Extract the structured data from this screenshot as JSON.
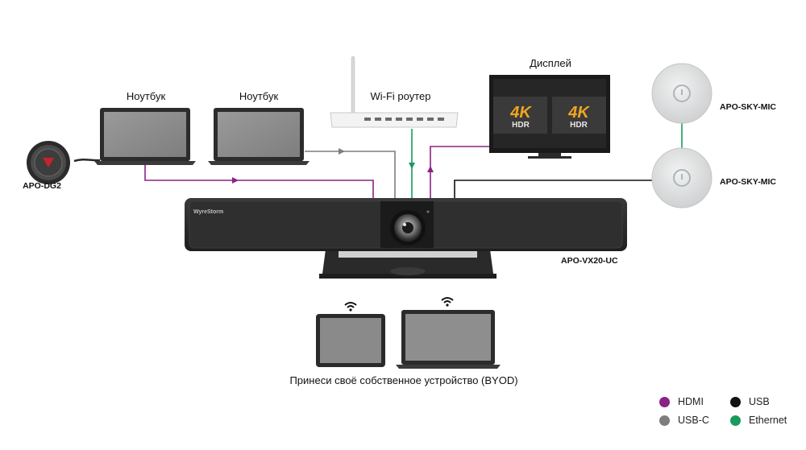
{
  "labels": {
    "laptop1": "Ноутбук",
    "laptop2": "Ноутбук",
    "router": "Wi-Fi роутер",
    "display": "Дисплей",
    "mic1": "APO-SKY-MIC",
    "mic2": "APO-SKY-MIC",
    "dongle": "APO-DG2",
    "bar_model": "APO-VX20-UC",
    "bar_brand": "WyreStorm",
    "byod": "Принеси своё собственное устройство (BYOD)"
  },
  "display_screens": [
    {
      "big": "4K",
      "small": "HDR"
    },
    {
      "big": "4K",
      "small": "HDR"
    }
  ],
  "legend": [
    {
      "label": "HDMI",
      "color": "#8a2383"
    },
    {
      "label": "USB",
      "color": "#111111"
    },
    {
      "label": "USB-C",
      "color": "#7d7d7d"
    },
    {
      "label": "Ethernet",
      "color": "#1a9a5c"
    }
  ],
  "colors": {
    "hdmi": "#8a2383",
    "usb": "#111111",
    "usbc": "#7d7d7d",
    "ethernet": "#1a9a5c"
  },
  "icons": [
    "wifi-icon",
    "wifi-icon"
  ]
}
